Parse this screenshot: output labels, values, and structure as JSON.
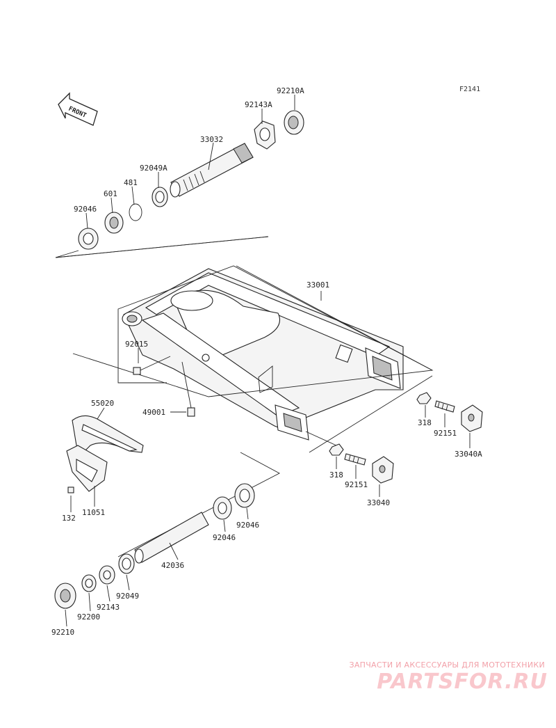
{
  "figure_id": "F2141",
  "front_marker": "FRONT",
  "callouts": [
    {
      "id": "c-92210A",
      "label": "92210A"
    },
    {
      "id": "c-92143A",
      "label": "92143A"
    },
    {
      "id": "c-33032",
      "label": "33032"
    },
    {
      "id": "c-92049A",
      "label": "92049A"
    },
    {
      "id": "c-481",
      "label": "481"
    },
    {
      "id": "c-601",
      "label": "601"
    },
    {
      "id": "c-92046-top",
      "label": "92046"
    },
    {
      "id": "c-33001",
      "label": "33001"
    },
    {
      "id": "c-92015",
      "label": "92015"
    },
    {
      "id": "c-49001",
      "label": "49001"
    },
    {
      "id": "c-55020",
      "label": "55020"
    },
    {
      "id": "c-132",
      "label": "132"
    },
    {
      "id": "c-11051",
      "label": "11051"
    },
    {
      "id": "c-318-right",
      "label": "318"
    },
    {
      "id": "c-92151-right",
      "label": "92151"
    },
    {
      "id": "c-33040A",
      "label": "33040A"
    },
    {
      "id": "c-318-mid",
      "label": "318"
    },
    {
      "id": "c-92151-mid",
      "label": "92151"
    },
    {
      "id": "c-33040",
      "label": "33040"
    },
    {
      "id": "c-92046-r",
      "label": "92046"
    },
    {
      "id": "c-92046-l",
      "label": "92046"
    },
    {
      "id": "c-42036",
      "label": "42036"
    },
    {
      "id": "c-92049",
      "label": "92049"
    },
    {
      "id": "c-92143",
      "label": "92143"
    },
    {
      "id": "c-92200",
      "label": "92200"
    },
    {
      "id": "c-92210",
      "label": "92210"
    }
  ],
  "watermark": {
    "tagline": "ЗАПЧАСТИ И АКСЕССУАРЫ ДЛЯ МОТОТЕХНИКИ",
    "logo": "PARTSFOR.RU"
  }
}
